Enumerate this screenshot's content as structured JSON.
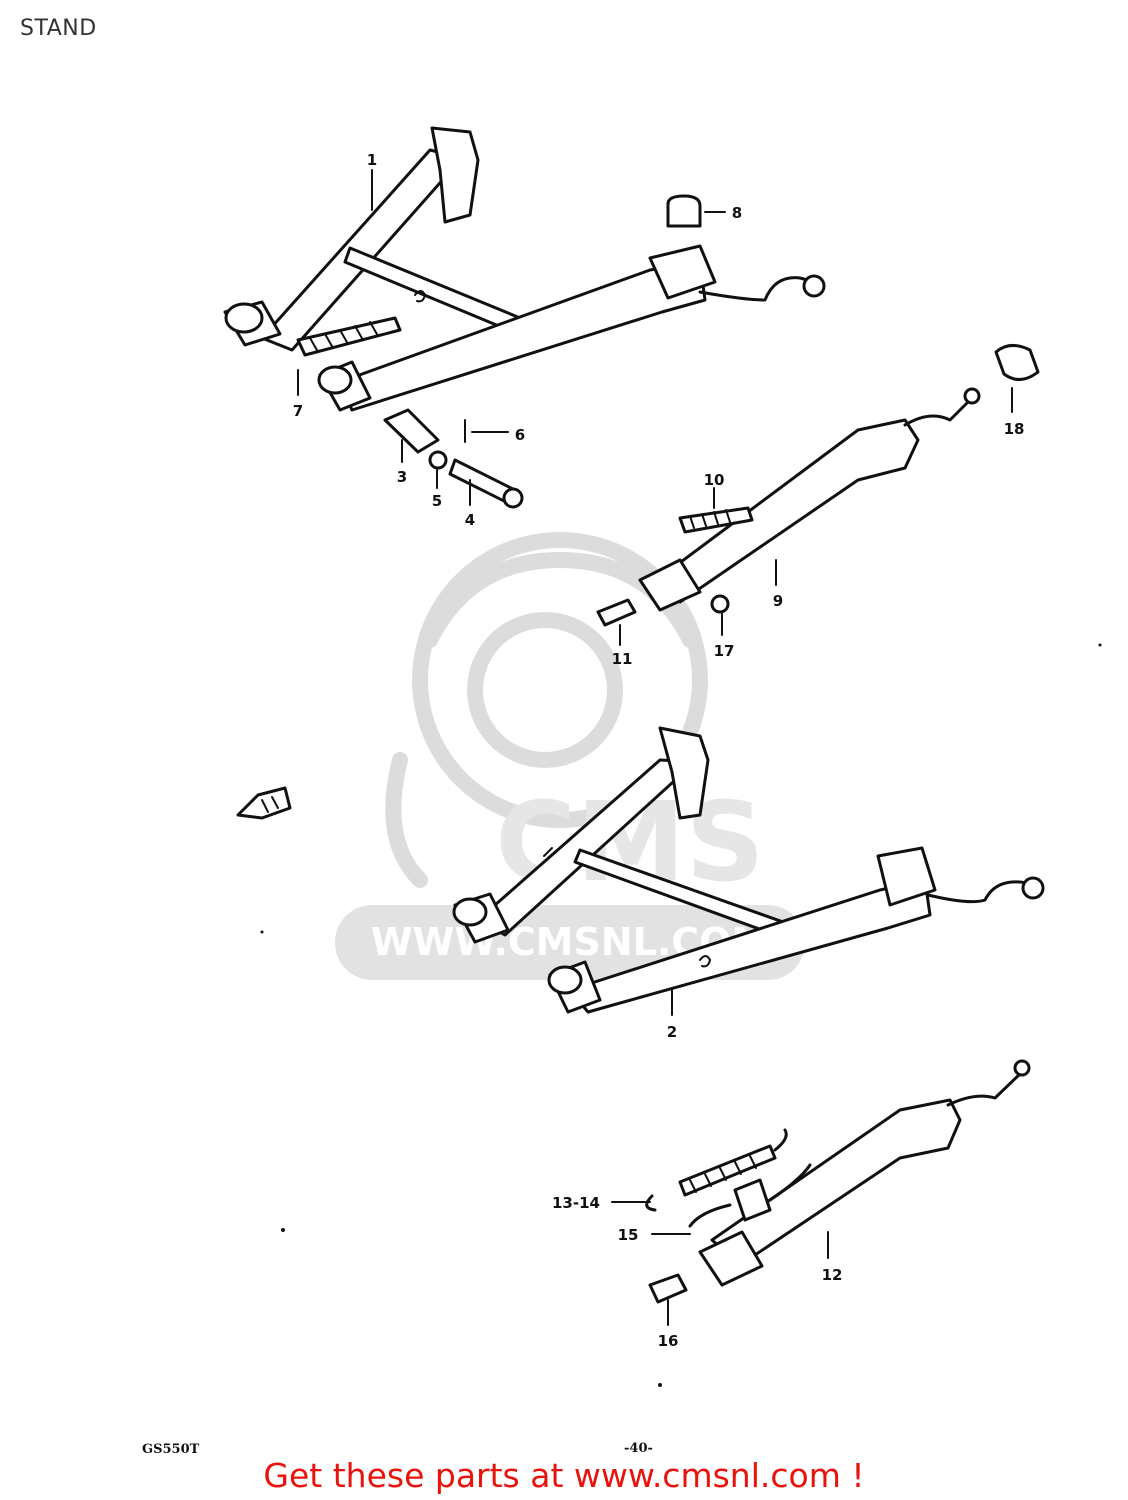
{
  "page_title": "STAND",
  "callouts": {
    "c1": "1",
    "c2": "2",
    "c3": "3",
    "c4": "4",
    "c5": "5",
    "c6": "6",
    "c7": "7",
    "c8": "8",
    "c9": "9",
    "c10": "10",
    "c11": "11",
    "c12": "12",
    "c13_14": "13-14",
    "c15": "15",
    "c16": "16",
    "c17": "17",
    "c18": "18"
  },
  "footer": {
    "model": "GS550T",
    "page_number": "-40-"
  },
  "watermark": {
    "url": "WWW.CMSNL.COM",
    "brand": "CMS"
  },
  "cta": "Get these parts at www.cmsnl.com !"
}
